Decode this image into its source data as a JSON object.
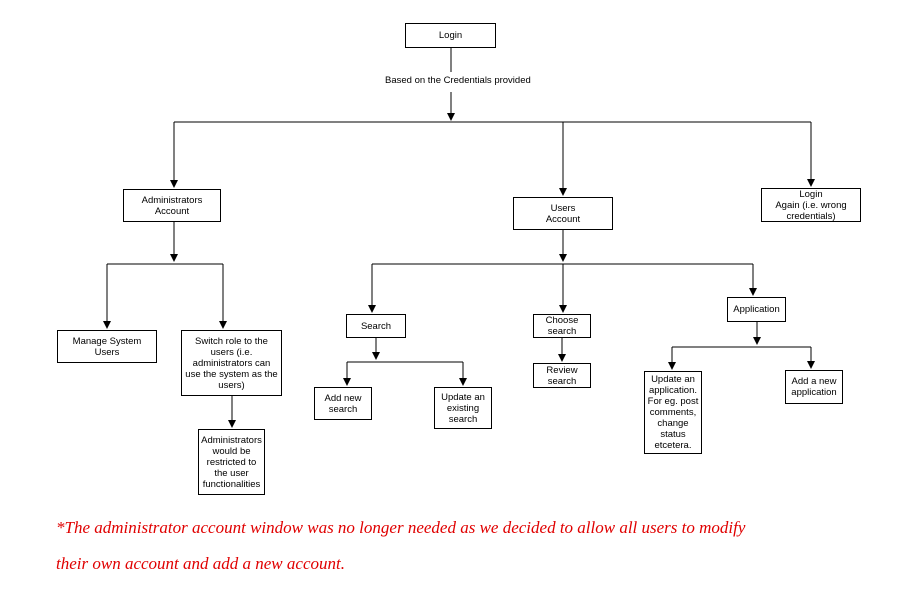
{
  "diagram": {
    "nodes": {
      "login": "Login",
      "admin_account": "Administrators\nAccount",
      "users_account": "Users\nAccount",
      "login_again": "Login\nAgain (i.e. wrong\ncredentials)",
      "manage_users": "Manage System\nUsers",
      "switch_role": "Switch role to the\nusers (i.e.\nadministrators can\nuse the system as the\nusers)",
      "admin_restricted": "Administrators\nwould be\nrestricted to\nthe user\nfunctionalities",
      "search": "Search",
      "choose_search": "Choose\nsearch",
      "application": "Application",
      "add_new_search": "Add new\nsearch",
      "update_existing_search": "Update an\nexisting\nsearch",
      "review_search": "Review\nsearch",
      "update_application": "Update an\napplication.\nFor eg. post\ncomments,\nchange\nstatus\netcetera.",
      "add_new_application": "Add a new\napplication"
    },
    "edge_label": "Based on the Credentials provided"
  },
  "note": {
    "line1": "*The administrator account window was no longer needed as we decided to allow all users to modify",
    "line2": "their own account and add a new account."
  },
  "colors": {
    "note": "#e00000",
    "line": "#000000"
  }
}
